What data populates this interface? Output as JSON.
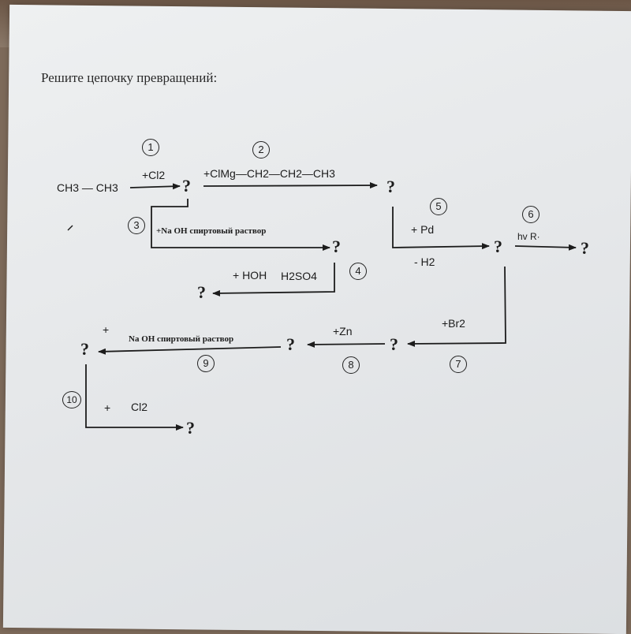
{
  "title": "Решите цепочку превращений:",
  "start": "CH3 — CH3",
  "question": "?",
  "steps": {
    "s1": {
      "num": "1",
      "reagent": "+Cl2"
    },
    "s2": {
      "num": "2",
      "reagent": "+ClMg—CH2—CH2—CH3"
    },
    "s3": {
      "num": "3",
      "reagent": "+Na OH спиртовый раствор"
    },
    "s4": {
      "num": "4",
      "reagent_a": "+ HOH",
      "reagent_b": "H2SO4"
    },
    "s5": {
      "num": "5",
      "reagent": "+ Pd",
      "byproduct": "- H2"
    },
    "s6": {
      "num": "6",
      "reagent": "hv R·"
    },
    "s7": {
      "num": "7",
      "reagent": "+Br2"
    },
    "s8": {
      "num": "8",
      "reagent": "+Zn"
    },
    "s9": {
      "num": "9",
      "plus": "+",
      "reagent": "Na OH спиртовый раствор"
    },
    "s10": {
      "num": "10",
      "plus": "+",
      "reagent": "Cl2"
    }
  },
  "colors": {
    "ink": "#1c1c1c",
    "paper": "#e8eaec",
    "table": "#7d6a5a"
  }
}
